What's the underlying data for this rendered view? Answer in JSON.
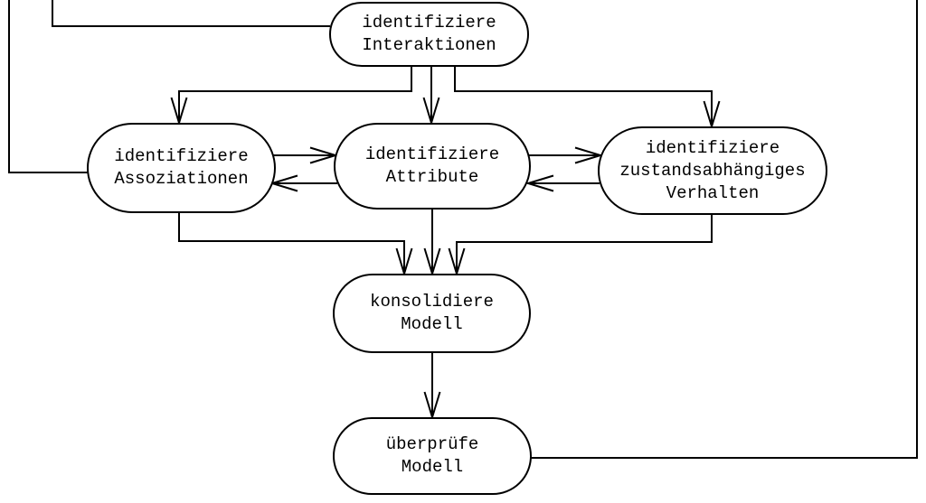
{
  "diagram": {
    "background_color": "#ffffff",
    "line_color": "#000000",
    "nodes": {
      "interaktionen": {
        "label": "identifiziere\nInteraktionen"
      },
      "assoziationen": {
        "label": "identifiziere\nAssoziationen"
      },
      "attribute": {
        "label": "identifiziere\nAttribute"
      },
      "verhalten": {
        "label": "identifiziere\nzustandsabhängiges\nVerhalten"
      },
      "konsolidiere": {
        "label": "konsolidiere\nModell"
      },
      "ueberpruefe": {
        "label": "überprüfe\nModell"
      }
    },
    "edges": [
      {
        "from": "offscreen-top-left",
        "to": "assoziationen",
        "arrowhead": false
      },
      {
        "from": "offscreen-top-left",
        "to": "interaktionen",
        "arrowhead": false
      },
      {
        "from": "interaktionen",
        "to": "assoziationen",
        "arrowhead": true
      },
      {
        "from": "interaktionen",
        "to": "attribute",
        "arrowhead": true
      },
      {
        "from": "interaktionen",
        "to": "verhalten",
        "arrowhead": true
      },
      {
        "from": "assoziationen",
        "to": "attribute",
        "arrowhead": true
      },
      {
        "from": "attribute",
        "to": "assoziationen",
        "arrowhead": true
      },
      {
        "from": "attribute",
        "to": "verhalten",
        "arrowhead": true
      },
      {
        "from": "verhalten",
        "to": "attribute",
        "arrowhead": true
      },
      {
        "from": "assoziationen",
        "to": "konsolidiere",
        "arrowhead": true
      },
      {
        "from": "attribute",
        "to": "konsolidiere",
        "arrowhead": true
      },
      {
        "from": "verhalten",
        "to": "konsolidiere",
        "arrowhead": true
      },
      {
        "from": "konsolidiere",
        "to": "ueberpruefe",
        "arrowhead": true
      },
      {
        "from": "ueberpruefe",
        "to": "offscreen-top-right",
        "arrowhead": false
      }
    ]
  }
}
